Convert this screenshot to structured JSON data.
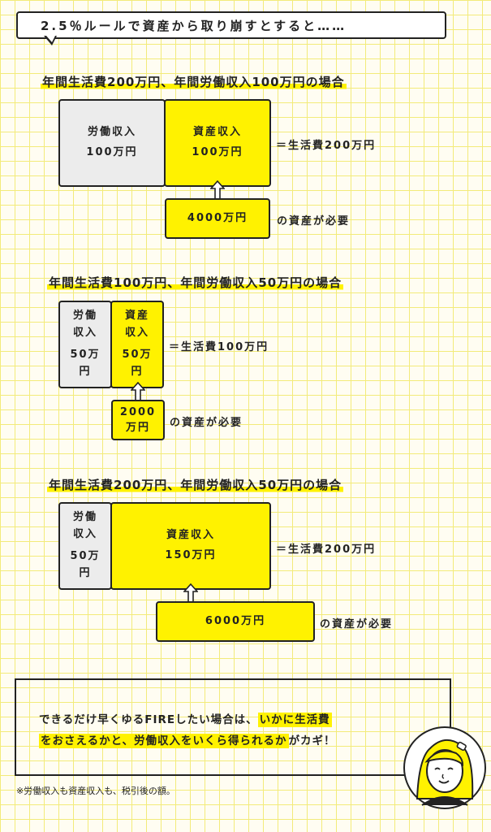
{
  "title": "2.5％ルールで資産から取り崩すとすると……",
  "sections": [
    {
      "heading": "年間生活費200万円、年間労働収入100万円の場合",
      "labor": {
        "label": "労働収入",
        "amount": "100万円"
      },
      "asset": {
        "label": "資産収入",
        "amount": "100万円"
      },
      "equals": "＝生活費200万円",
      "need": {
        "amount": "4000万円",
        "suffix": "の資産が必要"
      }
    },
    {
      "heading": "年間生活費100万円、年間労働収入50万円の場合",
      "labor": {
        "label1": "労働",
        "label2": "収入",
        "amount1": "50万",
        "amount2": "円"
      },
      "asset": {
        "label1": "資産",
        "label2": "収入",
        "amount1": "50万",
        "amount2": "円"
      },
      "equals": "＝生活費100万円",
      "need": {
        "amount1": "2000",
        "amount2": "万円",
        "suffix": "の資産が必要"
      }
    },
    {
      "heading": "年間生活費200万円、年間労働収入50万円の場合",
      "labor": {
        "label1": "労働",
        "label2": "収入",
        "amount1": "50万",
        "amount2": "円"
      },
      "asset": {
        "label": "資産収入",
        "amount": "150万円"
      },
      "equals": "＝生活費200万円",
      "need": {
        "amount": "6000万円",
        "suffix": "の資産が必要"
      }
    }
  ],
  "summary": {
    "line1_plain": "できるだけ早くゆるFIREしたい場合は、",
    "line1_highlight": "いかに生活費",
    "line2_highlight": "をおさえるかと、労働収入をいくら得られるか",
    "line2_plain": "がカギ！"
  },
  "footnote": "※労働収入も資産収入も、税引後の額。",
  "icons": {
    "arrow": "up-arrow-icon",
    "character": "woman-character-icon"
  },
  "colors": {
    "accent": "#fff200",
    "labor_box": "#ececec",
    "grid": "#f3eb7a"
  }
}
